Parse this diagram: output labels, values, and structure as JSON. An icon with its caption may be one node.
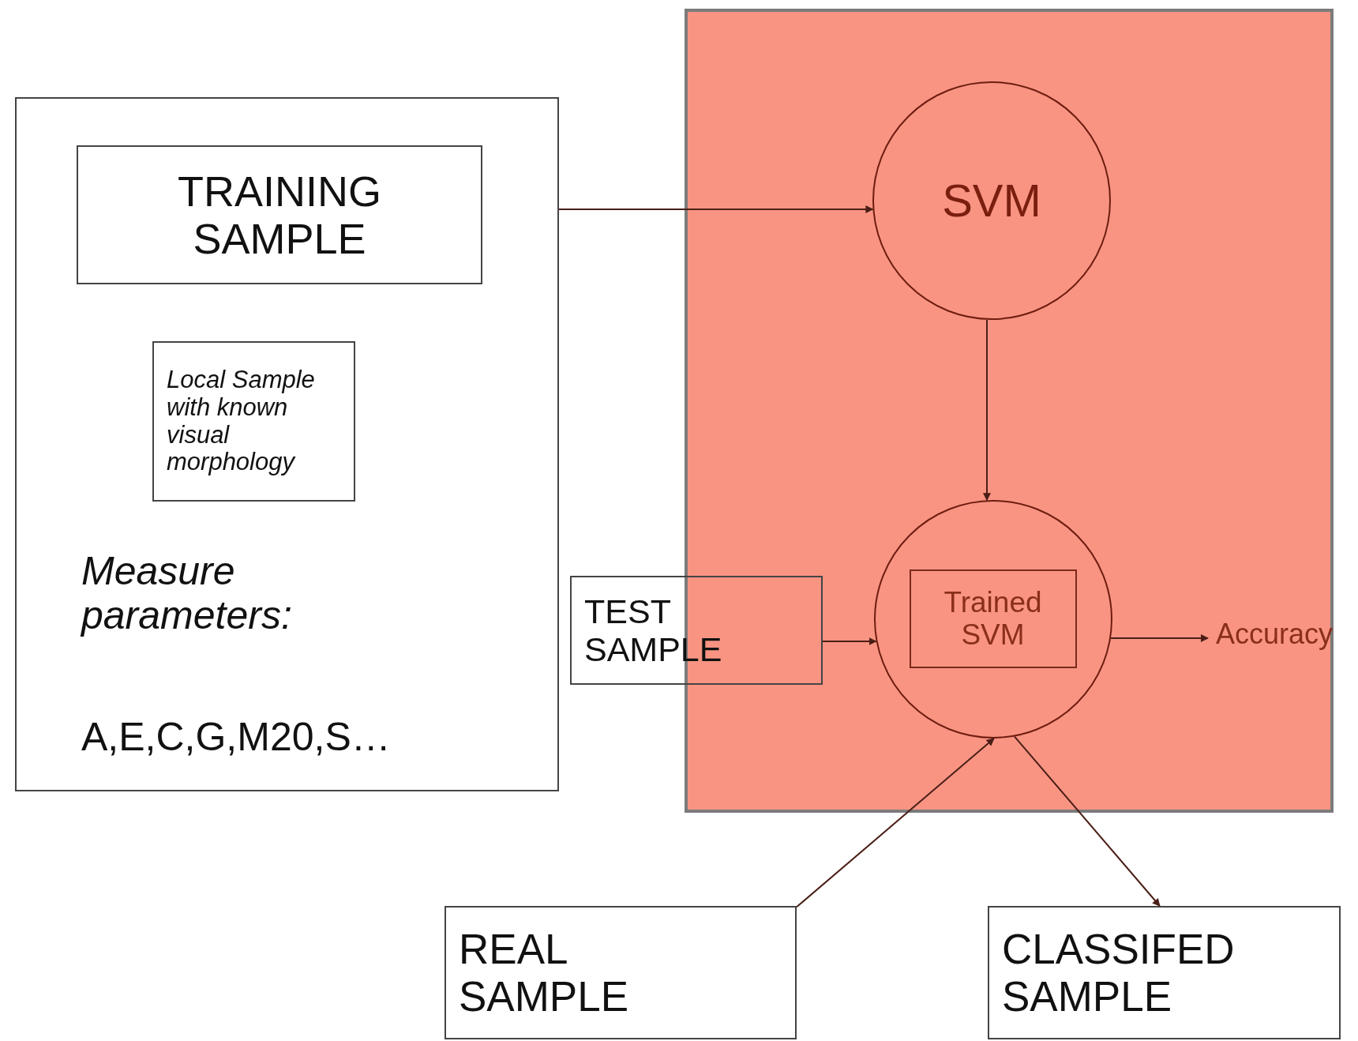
{
  "diagram": {
    "nodes": [
      {
        "text": [
          "Measure parameters:",
          "A,E,C,G,M20,S…"
        ]
      },
      {
        "text": [
          "TRAINING SAMPLE"
        ],
        "in": 0
      },
      {
        "text": [
          "Local Sample with known visual morphology"
        ],
        "in": 0
      },
      {
        "text": [],
        "shape": "box"
      },
      {
        "text": [
          "SVM"
        ],
        "in": 3
      },
      {
        "text": [],
        "shape": "circle",
        "in": 3
      },
      {
        "text": [
          "Trained SVM"
        ],
        "in": 5
      },
      {
        "text": [
          "TEST SAMPLE"
        ]
      },
      {
        "text": [
          "Accuracy"
        ],
        "in": 3
      },
      {
        "text": [
          "REAL SAMPLE"
        ]
      },
      {
        "text": [
          "CLASSIFED SAMPLE"
        ]
      }
    ],
    "edges": [
      {
        "from": 0,
        "to": 4,
        "arrow": "to"
      },
      {
        "from": 4,
        "to": 5,
        "arrow": "to"
      },
      {
        "from": 7,
        "to": 5,
        "arrow": "to"
      },
      {
        "from": 5,
        "to": 8,
        "arrow": "to"
      },
      {
        "from": 9,
        "to": 5,
        "arrow": "to"
      },
      {
        "from": 5,
        "to": 10,
        "arrow": "to"
      }
    ]
  }
}
